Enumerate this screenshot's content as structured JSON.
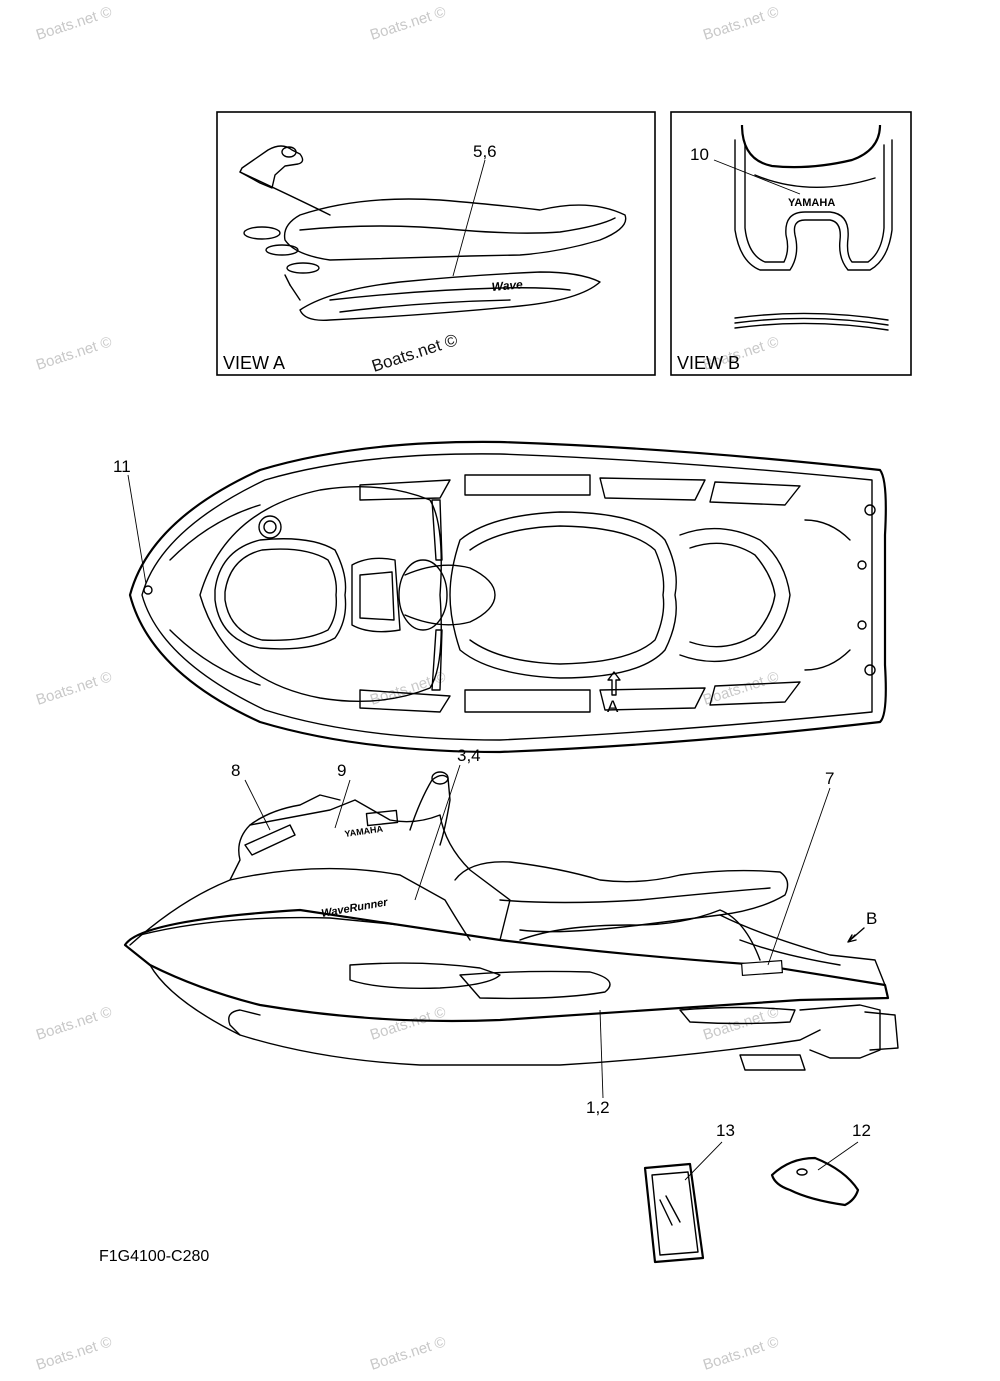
{
  "figure_code": "F1G4100-C280",
  "view_labels": {
    "view_a": "VIEW A",
    "view_b": "VIEW B"
  },
  "arrow_labels": {
    "a": "A",
    "b": "B"
  },
  "brand_text": "YAMAHA",
  "watermark": "Boats.net ©",
  "callouts": {
    "c1": "1,2",
    "c2": "3,4",
    "c3": "5,6",
    "c4": "7",
    "c5": "8",
    "c6": "9",
    "c7": "10",
    "c8": "11",
    "c9": "12",
    "c10": "13"
  }
}
